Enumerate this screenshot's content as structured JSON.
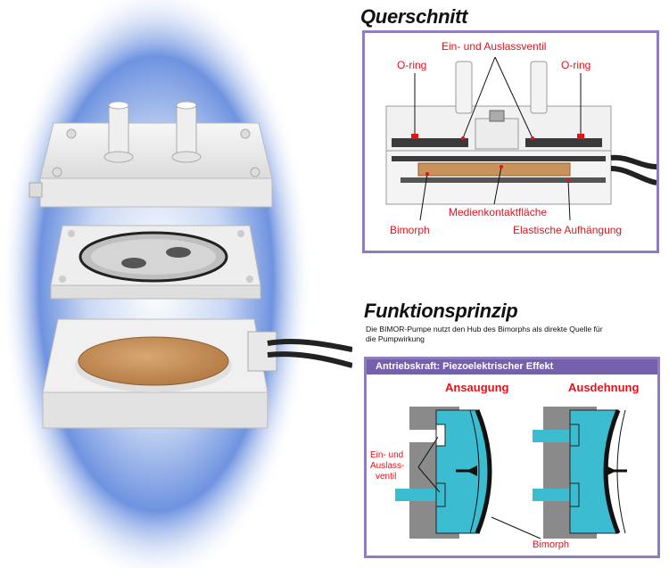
{
  "cross_section": {
    "title": "Querschnitt",
    "labels": {
      "valve": "Ein- und Auslassventil",
      "oring_left": "O-ring",
      "oring_right": "O-ring",
      "media": "Medienkontaktfläche",
      "bimorph": "Bimorph",
      "suspension": "Elastische Aufhängung"
    }
  },
  "function": {
    "title": "Funktionsprinzip",
    "description_line1": "Die BIMOR-Pumpe nutzt den Hub des Bimorphs als direkte Quelle für",
    "description_line2": "die Pumpwirkung",
    "banner": "Antriebskraft: Piezoelektrischer Effekt",
    "suction": "Ansaugung",
    "expansion": "Ausdehnung",
    "valve_label_line1": "Ein- und",
    "valve_label_line2": "Auslass-",
    "valve_label_line3": "ventil",
    "bimorph": "Bimorph"
  },
  "colors": {
    "accent_purple": "#7460ad",
    "frame_purple": "#8f7dc0",
    "label_red": "#e0141e",
    "fluid_cyan": "#3bbcd0",
    "body_gray": "#8a8a8a",
    "disc_tan": "#c8925a"
  }
}
